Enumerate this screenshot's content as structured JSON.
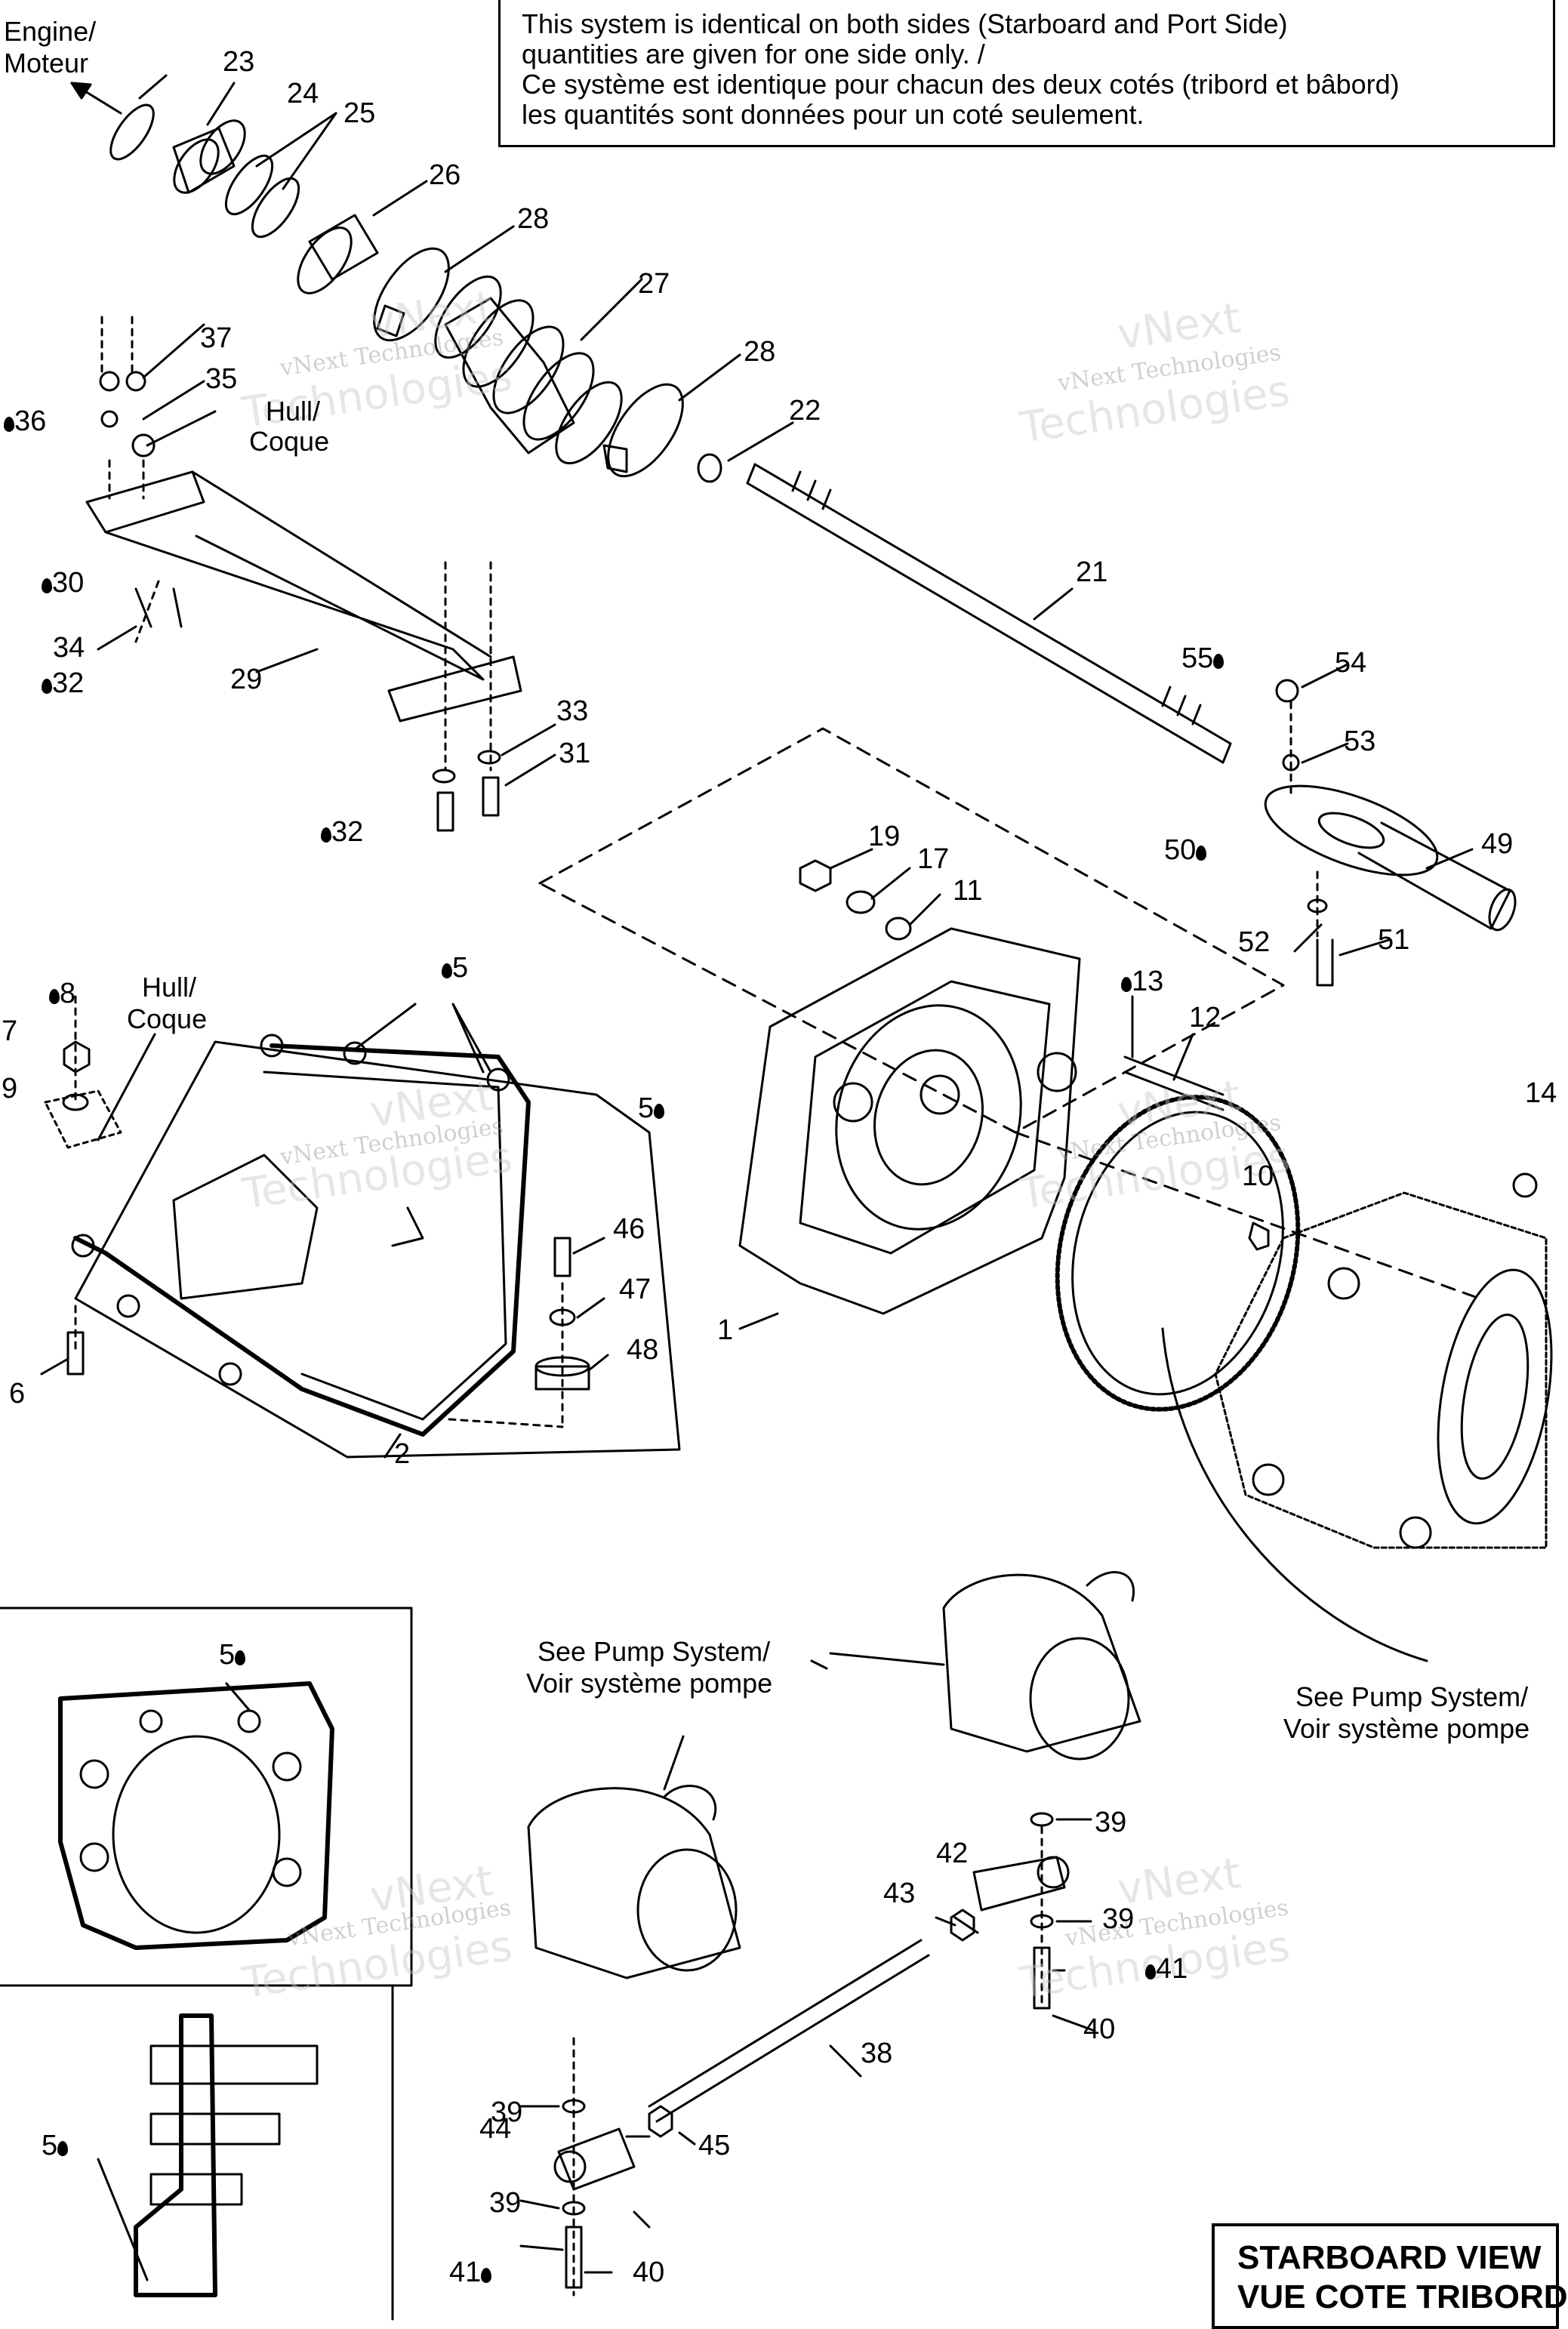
{
  "note": {
    "line1": "This system is identical on both sides (Starboard and Port Side)",
    "line2": "quantities are given for one side only. /",
    "line3": "Ce système est identique pour chacun des deux cotés (tribord et bâbord)",
    "line4": "les quantités sont données pour un coté seulement."
  },
  "title": {
    "line1": "STARBOARD VIEW",
    "line2": "VUE COTE TRIBORD"
  },
  "text_labels": {
    "engine": "Engine/",
    "moteur": "Moteur",
    "hull1": "Hull/",
    "coque1": "Coque",
    "hull2": "Hull/",
    "coque2": "Coque",
    "see_pump_1a": "See Pump System/",
    "see_pump_1b": "Voir système pompe",
    "see_pump_2a": "See Pump System/",
    "see_pump_2b": "Voir système pompe"
  },
  "watermark": {
    "brand": "vNext Technologies",
    "top": "vNext",
    "bottom": "Technologies"
  },
  "callouts": {
    "c1": "1",
    "c2": "2",
    "c5a": "5",
    "c5b": "5",
    "c5c": "5",
    "c5d": "5",
    "c6": "6",
    "c7": "7",
    "c8": "8",
    "c9": "9",
    "c10": "10",
    "c11": "11",
    "c12": "12",
    "c13": "13",
    "c14": "14",
    "c17": "17",
    "c19": "19",
    "c21": "21",
    "c22": "22",
    "c23": "23",
    "c24": "24",
    "c25": "25",
    "c26": "26",
    "c27": "27",
    "c28a": "28",
    "c28b": "28",
    "c29": "29",
    "c30": "30",
    "c31": "31",
    "c32a": "32",
    "c32b": "32",
    "c33": "33",
    "c34": "34",
    "c35": "35",
    "c36": "36",
    "c37": "37",
    "c38": "38",
    "c39a": "39",
    "c39b": "39",
    "c39c": "39",
    "c39d": "39",
    "c40a": "40",
    "c40b": "40",
    "c41a": "41",
    "c41b": "41",
    "c42": "42",
    "c43": "43",
    "c44": "44",
    "c45": "45",
    "c46": "46",
    "c47": "47",
    "c48": "48",
    "c49": "49",
    "c50": "50",
    "c51": "51",
    "c52": "52",
    "c53": "53",
    "c54": "54",
    "c55": "55"
  }
}
